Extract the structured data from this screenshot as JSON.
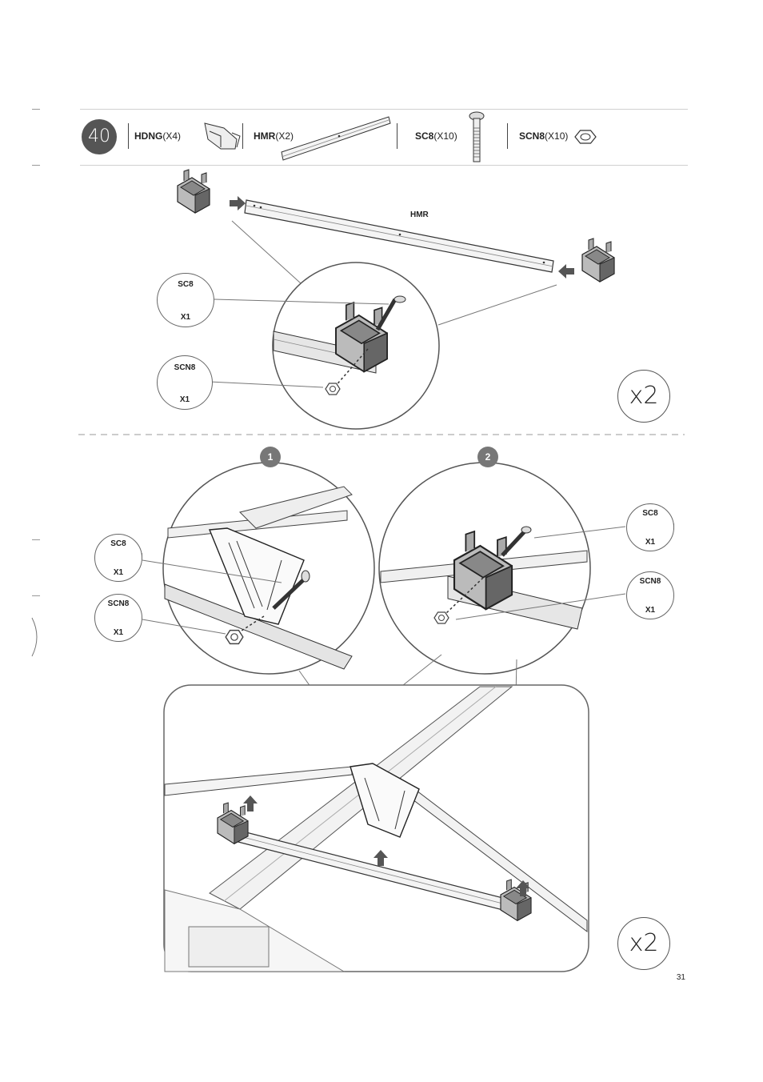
{
  "step": {
    "number": "40"
  },
  "parts": [
    {
      "code": "HDNG",
      "qty": "(X4)"
    },
    {
      "code": "HMR",
      "qty": "(X2)"
    },
    {
      "code": "SC8",
      "qty": "(X10)"
    },
    {
      "code": "SCN8",
      "qty": "(X10)"
    }
  ],
  "top_panel": {
    "rail_label": "HMR",
    "callouts": [
      {
        "code": "SC8",
        "qty": "X1"
      },
      {
        "code": "SCN8",
        "qty": "X1"
      }
    ],
    "multiplier": "x2"
  },
  "bottom_panel": {
    "detail_1": {
      "number": "1",
      "callouts": [
        {
          "code": "SC8",
          "qty": "X1"
        },
        {
          "code": "SCN8",
          "qty": "X1"
        }
      ]
    },
    "detail_2": {
      "number": "2",
      "callouts": [
        {
          "code": "SC8",
          "qty": "X1"
        },
        {
          "code": "SCN8",
          "qty": "X1"
        }
      ]
    },
    "multiplier": "x2"
  },
  "page_number": "31"
}
